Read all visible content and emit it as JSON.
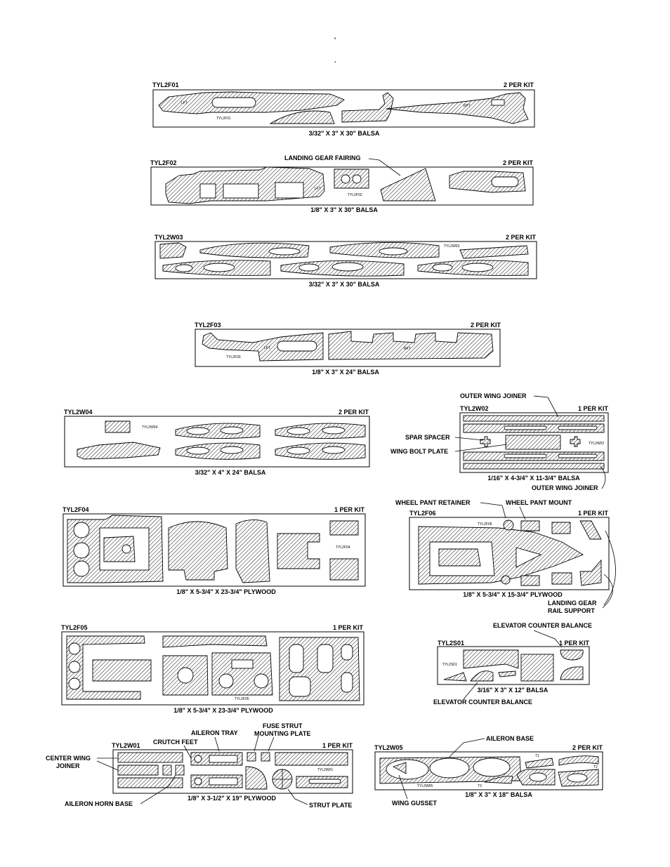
{
  "page_marks": [
    "'",
    "."
  ],
  "sheets": [
    {
      "id": "TYL2F01",
      "qty": "2 PER KIT",
      "material": "3/32\" X 3\" X 30\" BALSA",
      "inner_label": "TYL2F01"
    },
    {
      "id": "TYL2F02",
      "qty": "2 PER KIT",
      "material": "1/8\" X 3\" X 30\" BALSA",
      "inner_label": "TYL2F02"
    },
    {
      "id": "TYL2W03",
      "qty": "2 PER KIT",
      "material": "3/32\" X 3\" X 30\" BALSA",
      "inner_label": "TYL2W03"
    },
    {
      "id": "TYL2F03",
      "qty": "2 PER KIT",
      "material": "1/8\" X 3\" X 24\" BALSA",
      "inner_label": "TYL2F03"
    },
    {
      "id": "TYL2W04",
      "qty": "2 PER KIT",
      "material": "3/32\" X 4\" X 24\" BALSA",
      "inner_label": "TYL2W04"
    },
    {
      "id": "TYL2W02",
      "qty": "1 PER KIT",
      "material": "1/16\" X 4-3/4\" X 11-3/4\" BALSA",
      "inner_label": "TYL2W02"
    },
    {
      "id": "TYL2F04",
      "qty": "1 PER KIT",
      "material": "1/8\" X 5-3/4\" X 23-3/4\" PLYWOOD",
      "inner_label": "TYL2F04"
    },
    {
      "id": "TYL2F06",
      "qty": "1 PER KIT",
      "material": "1/8\" X 5-3/4\" X 15-3/4\" PLYWOOD",
      "inner_label": "TYL2F06"
    },
    {
      "id": "TYL2F05",
      "qty": "1 PER KIT",
      "material": "1/8\" X 5-3/4\" X 23-3/4\" PLYWOOD",
      "inner_label": "TYL2F05"
    },
    {
      "id": "TYL2S01",
      "qty": "1 PER KIT",
      "material": "3/16\" X 3\" X 12\" BALSA",
      "inner_label": "TYL2S01"
    },
    {
      "id": "TYL2W01",
      "qty": "1 PER KIT",
      "material": "1/8\" X 3-1/2\" X 19\" PLYWOOD",
      "inner_label": "TYL2W01"
    },
    {
      "id": "TYL2W05",
      "qty": "2 PER KIT",
      "material": "1/8\" X 3\" X 18\" BALSA",
      "inner_label": "TYL2W05"
    }
  ],
  "callouts": {
    "landing_gear_fairing": "LANDING GEAR FAIRING",
    "outer_wing_joiner": "OUTER WING JOINER",
    "spar_spacer": "SPAR SPACER",
    "wing_bolt_plate": "WING BOLT PLATE",
    "wheel_pant_retainer": "WHEEL PANT RETAINER",
    "wheel_pant_mount": "WHEEL PANT MOUNT",
    "landing_gear_rail_support_1": "LANDING GEAR",
    "landing_gear_rail_support_2": "RAIL SUPPORT",
    "elevator_counter_balance": "ELEVATOR COUNTER BALANCE",
    "fuse_strut_mounting_plate_1": "FUSE STRUT",
    "fuse_strut_mounting_plate_2": "MOUNTING PLATE",
    "aileron_tray": "AILERON TRAY",
    "crutch_feet": "CRUTCH FEET",
    "center_wing_joiner_1": "CENTER WING",
    "center_wing_joiner_2": "JOINER",
    "aileron_horn_base": "AILERON HORN BASE",
    "strut_plate": "STRUT PLATE",
    "aileron_base": "AILERON BASE",
    "wing_gusset": "WING GUSSET"
  },
  "part_labels": {
    "lft": "LFT",
    "rft": "RFT",
    "tyl2w02": "TYL2W02",
    "t1": "T1",
    "t2": "T2",
    "t3": "T3"
  }
}
